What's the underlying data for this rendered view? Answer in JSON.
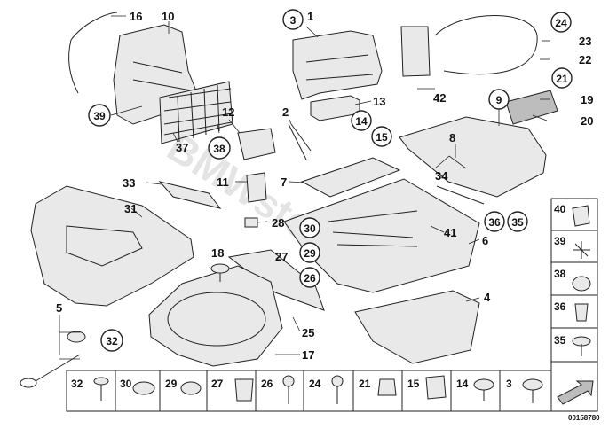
{
  "watermark": "BMWstore.pl",
  "drawing_number": "00158780",
  "callouts": [
    "16",
    "10",
    "3",
    "1",
    "24",
    "23",
    "22",
    "21",
    "19",
    "9",
    "20",
    "39",
    "37",
    "38",
    "12",
    "2",
    "13",
    "14",
    "15",
    "42",
    "8",
    "34",
    "36",
    "35",
    "33",
    "11",
    "7",
    "28",
    "31",
    "30",
    "41",
    "6",
    "29",
    "18",
    "27",
    "26",
    "4",
    "5",
    "32",
    "25",
    "17"
  ],
  "legend_bottom": [
    "32",
    "30",
    "29",
    "27",
    "26",
    "24",
    "21",
    "15",
    "14",
    "3"
  ],
  "legend_right": [
    "40",
    "39",
    "38",
    "36",
    "35"
  ]
}
